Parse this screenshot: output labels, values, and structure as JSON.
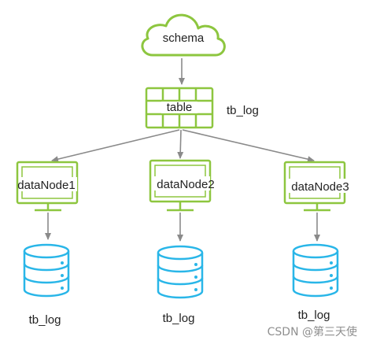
{
  "colors": {
    "cloud": "#8dc63f",
    "table": "#8dc63f",
    "monitor": "#8dc63f",
    "database": "#29b6e8",
    "arrow": "#8a8a8a",
    "text": "#222222",
    "watermark": "#8f8f8f"
  },
  "schema": {
    "label": "schema",
    "icon": "cloud-icon"
  },
  "table": {
    "label": "table",
    "name": "tb_log",
    "icon": "table-grid-icon"
  },
  "data_nodes": [
    {
      "label": "dataNode1",
      "icon": "monitor-icon",
      "db_icon": "database-icon",
      "db_label": "tb_log"
    },
    {
      "label": "dataNode2",
      "icon": "monitor-icon",
      "db_icon": "database-icon",
      "db_label": "tb_log"
    },
    {
      "label": "dataNode3",
      "icon": "monitor-icon",
      "db_icon": "database-icon",
      "db_label": "tb_log"
    }
  ],
  "watermark": "CSDN @第三天使"
}
